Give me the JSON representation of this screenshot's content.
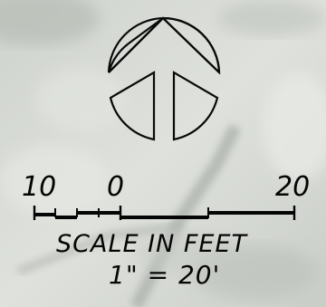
{
  "scale": {
    "tick_labels": {
      "left": "10",
      "zero": "0",
      "right": "20"
    },
    "caption": "SCALE IN FEET",
    "ratio": "1\" = 20'"
  }
}
